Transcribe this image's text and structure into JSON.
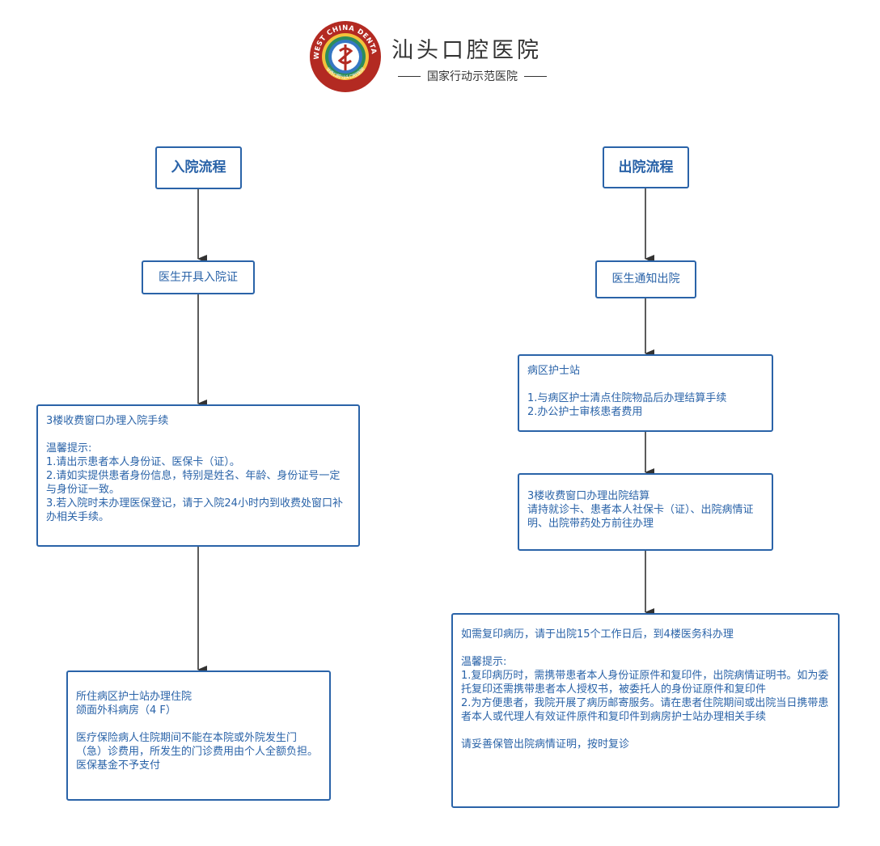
{
  "header": {
    "hospital_name": "汕头口腔医院",
    "subtitle": "国家行动示范医院",
    "logo_text": "WEST CHINA DENTAL",
    "logo_bottom_text": "华西口腔汕头口腔医院",
    "colors": {
      "brand_red": "#b32a22",
      "primary_blue": "#2a63a8"
    }
  },
  "admission": {
    "title": "入院流程",
    "step1": "医生开具入院证",
    "step2": [
      "3楼收费窗口办理入院手续",
      "",
      "温馨提示:",
      "1.请出示患者本人身份证、医保卡（证）。",
      "2.请如实提供患者身份信息，特别是姓名、年龄、身份证号一定与身份证一致。",
      "3.若入院时未办理医保登记，请于入院24小时内到收费处窗口补办相关手续。"
    ],
    "step3": [
      "所住病区护士站办理住院",
      "颌面外科病房（4 F）",
      "",
      "医疗保险病人住院期间不能在本院或外院发生门（急）诊费用，所发生的门诊费用由个人全额负担。医保基金不予支付"
    ]
  },
  "discharge": {
    "title": "出院流程",
    "step1": "医生通知出院",
    "step2": [
      "病区护士站",
      "",
      "1.与病区护士清点住院物品后办理结算手续",
      "2.办公护士审核患者费用"
    ],
    "step3": [
      "3楼收费窗口办理出院结算",
      "请持就诊卡、患者本人社保卡（证）、出院病情证明、出院带药处方前往办理"
    ],
    "step4": [
      "如需复印病历，请于出院15个工作日后，到4楼医务科办理",
      "",
      "温馨提示:",
      "1.复印病历时，需携带患者本人身份证原件和复印件，出院病情证明书。如为委托复印还需携带患者本人授权书，被委托人的身份证原件和复印件",
      "2.为方便患者，我院开展了病历邮寄服务。请在患者住院期间或出院当日携带患者本人或代理人有效证件原件和复印件到病房护士站办理相关手续",
      "",
      "请妥善保管出院病情证明，按时复诊"
    ]
  }
}
